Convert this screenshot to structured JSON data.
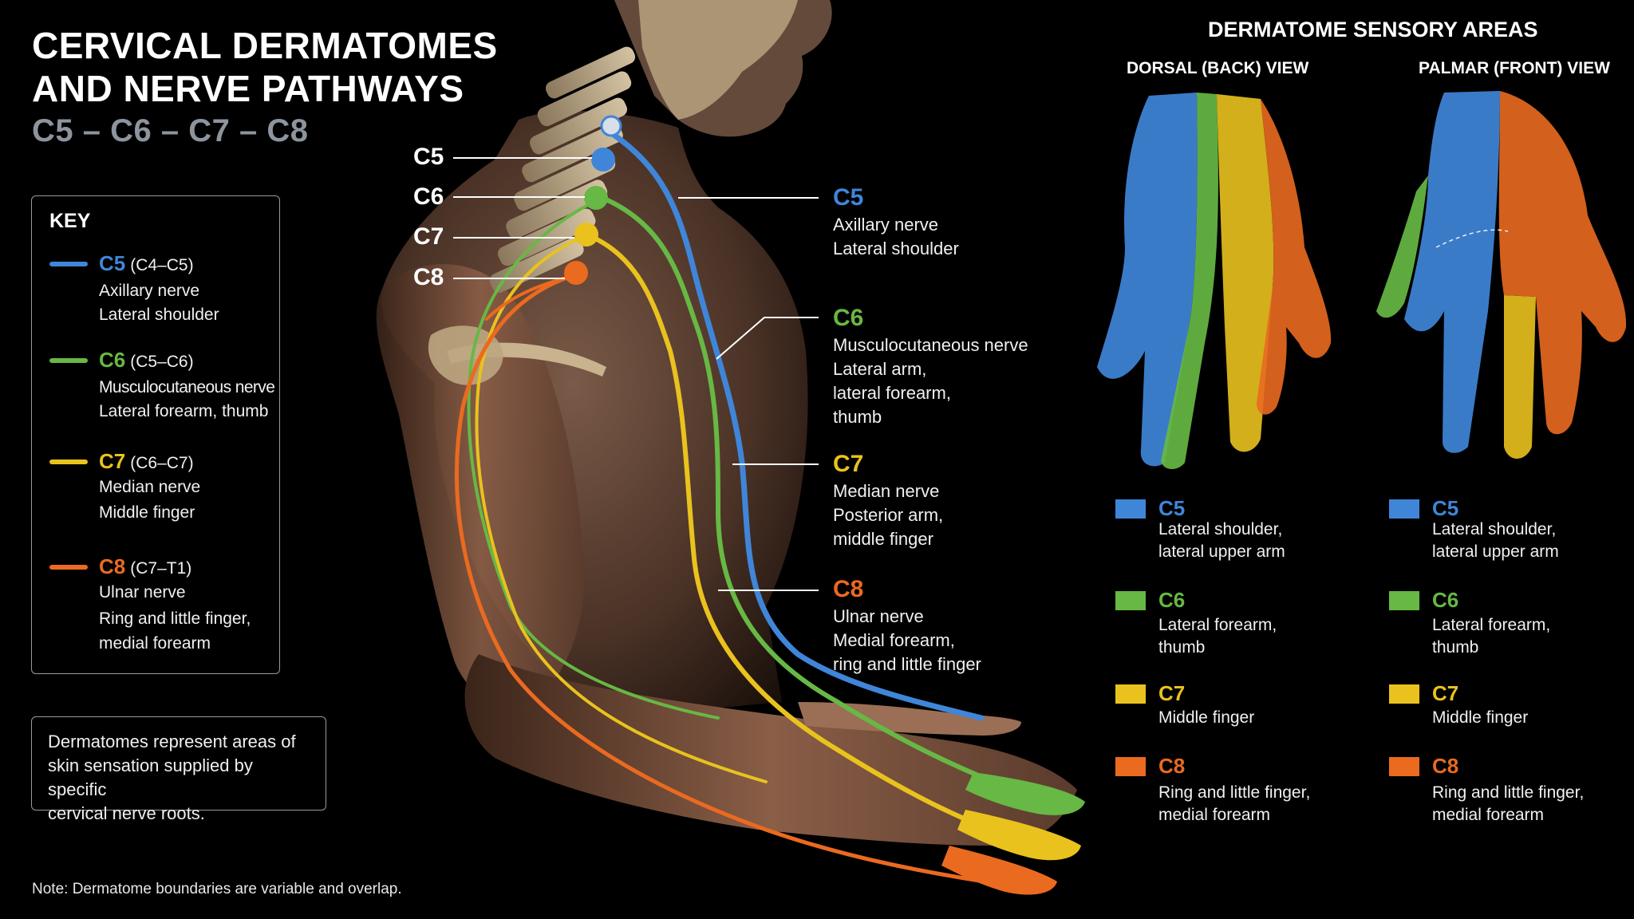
{
  "header": {
    "title_line1": "CERVICAL DERMATOMES",
    "title_line2": "AND NERVE PATHWAYS",
    "subtitle": "C5 – C6 – C7 – C8"
  },
  "colors": {
    "c5": "#3f86d9",
    "c6": "#67b844",
    "c7": "#e9c21e",
    "c8": "#ea6a20"
  },
  "key": {
    "title": "KEY",
    "items": [
      {
        "code": "C5",
        "range": "(C4–C5)",
        "line1": "Axillary nerve",
        "line2": "Lateral shoulder",
        "line3": ""
      },
      {
        "code": "C6",
        "range": "(C5–C6)",
        "line1": "Musculocutaneous nerve",
        "line2": "Lateral forearm, thumb",
        "line3": ""
      },
      {
        "code": "C7",
        "range": "(C6–C7)",
        "line1": "Median nerve",
        "line2": "Middle finger",
        "line3": ""
      },
      {
        "code": "C8",
        "range": "(C7–T1)",
        "line1": "Ulnar nerve",
        "line2": "Ring and little finger,",
        "line3": "medial forearm"
      }
    ]
  },
  "info": {
    "line1": "Dermatomes represent areas of",
    "line2": "skin sensation supplied by specific",
    "line3": "cervical nerve roots."
  },
  "footnote": "Note: Dermatome boundaries are variable and overlap.",
  "roots": [
    "C5",
    "C6",
    "C7",
    "C8"
  ],
  "callouts": [
    {
      "code": "C5",
      "lines": [
        "Axillary nerve",
        "Lateral shoulder"
      ]
    },
    {
      "code": "C6",
      "lines": [
        "Musculocutaneous nerve",
        "Lateral arm,",
        "lateral forearm,",
        "thumb"
      ]
    },
    {
      "code": "C7",
      "lines": [
        "Median nerve",
        "Posterior arm,",
        "middle finger"
      ]
    },
    {
      "code": "C8",
      "lines": [
        "Ulnar nerve",
        "Medial forearm,",
        "ring and little finger"
      ]
    }
  ],
  "sensory": {
    "title": "DERMATOME SENSORY AREAS",
    "views": [
      {
        "title": "DORSAL (BACK) VIEW",
        "legend": [
          {
            "code": "C5",
            "line1": "Lateral shoulder,",
            "line2": "lateral upper arm"
          },
          {
            "code": "C6",
            "line1": "Lateral forearm,",
            "line2": "thumb"
          },
          {
            "code": "C7",
            "line1": "Middle finger",
            "line2": ""
          },
          {
            "code": "C8",
            "line1": "Ring and little finger,",
            "line2": "medial forearm"
          }
        ]
      },
      {
        "title": "PALMAR (FRONT) VIEW",
        "legend": [
          {
            "code": "C5",
            "line1": "Lateral shoulder,",
            "line2": "lateral upper arm"
          },
          {
            "code": "C6",
            "line1": "Lateral forearm,",
            "line2": "thumb"
          },
          {
            "code": "C7",
            "line1": "Middle finger",
            "line2": ""
          },
          {
            "code": "C8",
            "line1": "Ring and little finger,",
            "line2": "medial forearm"
          }
        ]
      }
    ]
  }
}
